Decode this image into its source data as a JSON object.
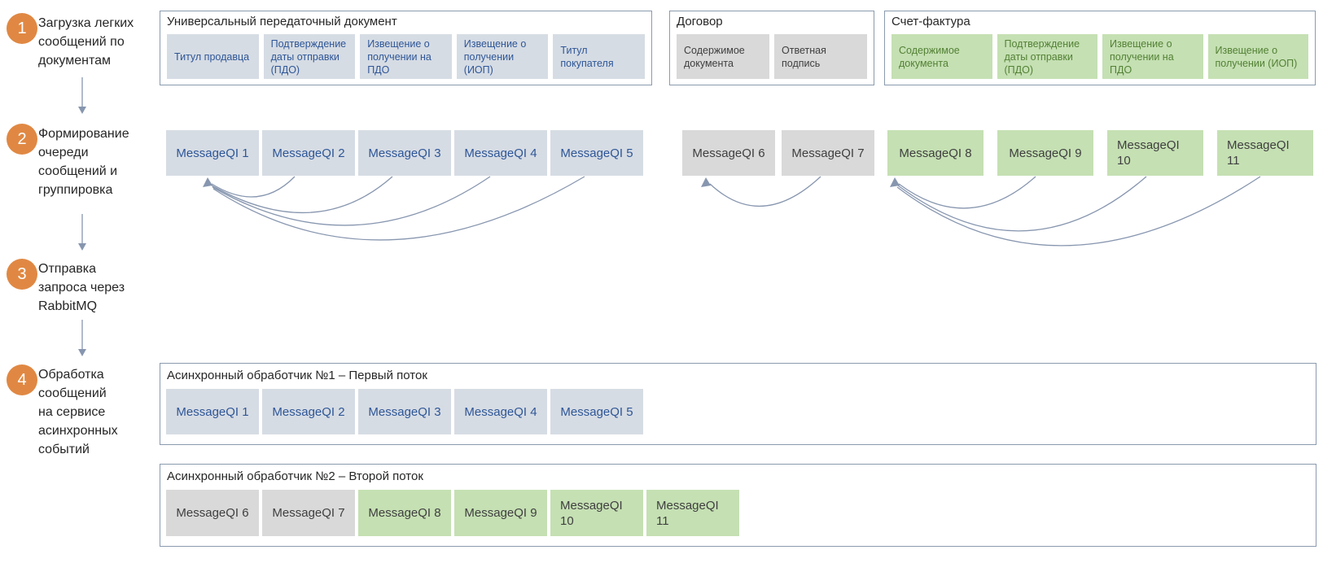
{
  "colors": {
    "blue_fill": "#d6dce4",
    "blue_text": "#2e5697",
    "gray_fill": "#d9d9d9",
    "green_fill": "#c5e0b3",
    "green_text": "#538135",
    "dark_text": "#262626",
    "orange_step": "#e08843",
    "arrow": "#8796af",
    "border": "#8a9aae"
  },
  "steps": [
    {
      "number": "1",
      "label": "Загрузка легких\nсообщений по\nдокументам"
    },
    {
      "number": "2",
      "label": "Формирование\nочереди\nсообщений и\nгруппировка"
    },
    {
      "number": "3",
      "label": "Отправка\nзапроса через\nRabbitMQ"
    },
    {
      "number": "4",
      "label": "Обработка\nсообщений\nна сервисе\nасинхронных\nсобытий"
    }
  ],
  "document_groups": [
    {
      "title": "Универсальный передаточный документ",
      "parts": [
        "Титул продавца",
        "Подтверждение даты отправки (ПДО)",
        "Извещение о получении на ПДО",
        "Извещение о получении (ИОП)",
        "Титул покупателя"
      ]
    },
    {
      "title": "Договор",
      "parts": [
        "Содержимое документа",
        "Ответная подпись"
      ]
    },
    {
      "title": "Счет-фактура",
      "parts": [
        "Содержимое документа",
        "Подтверждение даты отправки (ПДО)",
        "Извещение о получении на ПДО",
        "Извещение о получении (ИОП)"
      ]
    }
  ],
  "queues": [
    {
      "messages": [
        "MessageQI 1",
        "MessageQI 2",
        "MessageQI 3",
        "MessageQI 4",
        "MessageQI 5"
      ]
    },
    {
      "messages": [
        "MessageQI 6",
        "MessageQI 7"
      ]
    },
    {
      "messages": [
        "MessageQI 8",
        "MessageQI 9",
        "MessageQI 10",
        "MessageQI 11"
      ]
    }
  ],
  "handlers": [
    {
      "title": "Асинхронный обработчик №1 – Первый поток",
      "messages": [
        "MessageQI 1",
        "MessageQI 2",
        "MessageQI 3",
        "MessageQI 4",
        "MessageQI 5"
      ]
    },
    {
      "title": "Асинхронный обработчик №2 – Второй поток",
      "messages": [
        "MessageQI 6",
        "MessageQI 7",
        "MessageQI 8",
        "MessageQI 9",
        "MessageQI 10",
        "MessageQI 11"
      ]
    }
  ]
}
